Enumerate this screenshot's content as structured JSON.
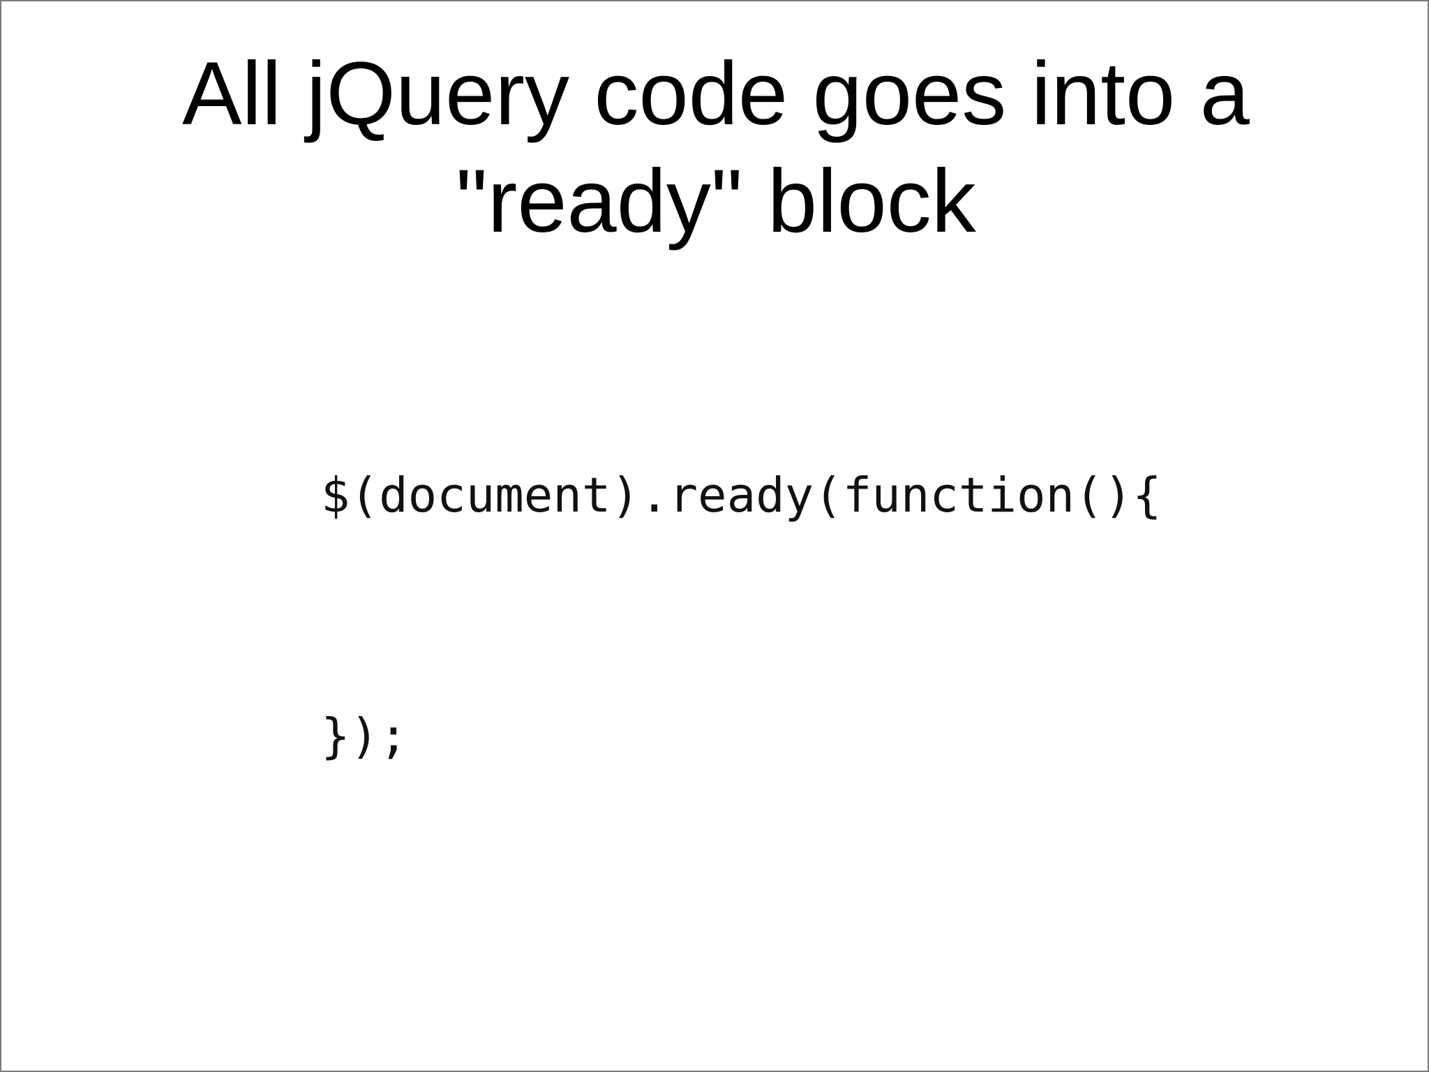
{
  "slide": {
    "title_lines": [
      "All jQuery code goes into a",
      "\"ready\" block"
    ],
    "code_lines": [
      "$(document).ready(function(){",
      "});"
    ]
  }
}
